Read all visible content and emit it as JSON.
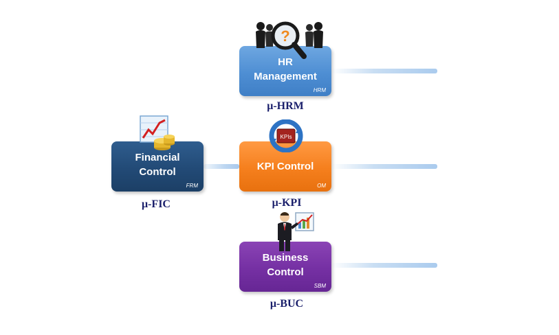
{
  "modules": {
    "hrm": {
      "title_line1": "HR",
      "title_line2": "Management",
      "code": "HRM",
      "caption": "μ-HRM",
      "color": "#4e8ed3"
    },
    "kpi": {
      "title_line1": "KPI Control",
      "code": "OM",
      "caption": "μ-KPI",
      "color": "#f57f1d"
    },
    "fic": {
      "title_line1": "Financial",
      "title_line2": "Control",
      "code": "FRM",
      "caption": "μ-FIC",
      "color": "#224a76"
    },
    "buc": {
      "title_line1": "Business",
      "title_line2": "Control",
      "code": "SBM",
      "caption": "μ-BUC",
      "color": "#7530a3"
    }
  },
  "icons": {
    "hrm": "people-magnifier-question-icon",
    "kpi": "kpis-cycle-icon",
    "fic": "chart-coins-icon",
    "buc": "businessman-presenting-chart-icon"
  },
  "kpi_badge_text": "KPIs",
  "caption_color": "#1a1f6b"
}
